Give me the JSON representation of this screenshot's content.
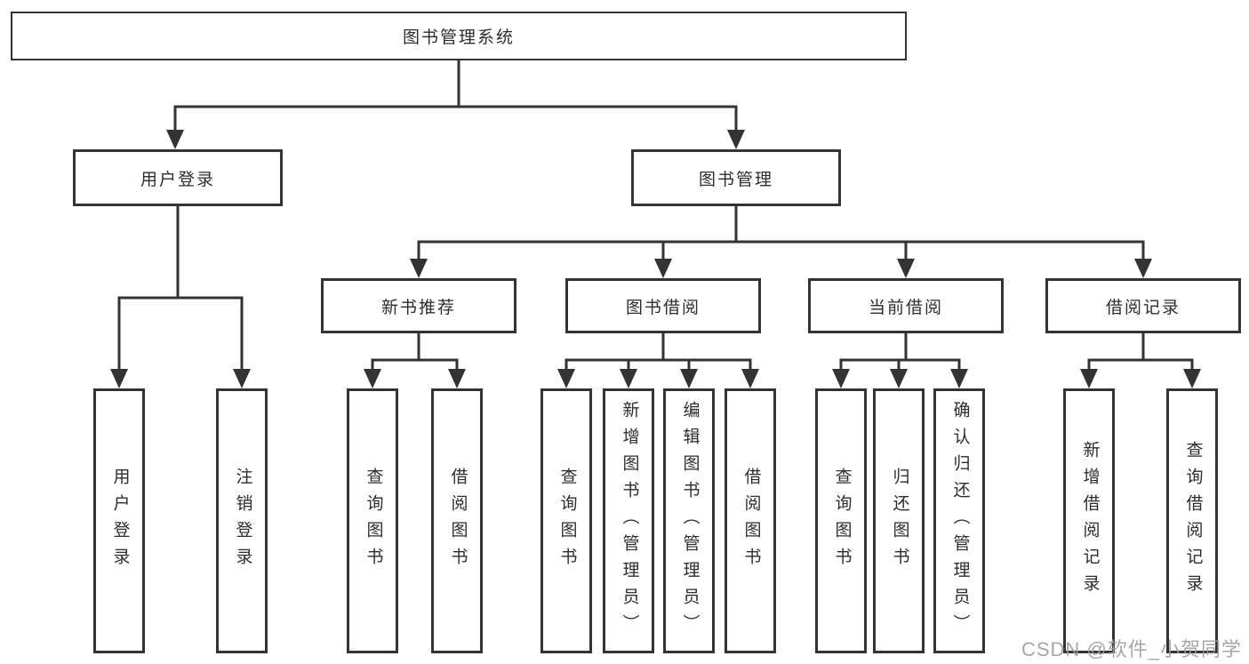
{
  "diagram_title": "图书管理系统",
  "nodes": {
    "root": "图书管理系统",
    "level2": {
      "user_login": "用户登录",
      "book_management": "图书管理"
    },
    "level3": {
      "new_book_recommend": "新书推荐",
      "book_borrowing": "图书借阅",
      "current_borrowing": "当前借阅",
      "borrowing_records": "借阅记录"
    },
    "leaves": {
      "user_login": "用户登录",
      "logout": "注销登录",
      "recommend_query_books": "查询图书",
      "recommend_borrow_books": "借阅图书",
      "borrowing_query_books": "查询图书",
      "borrowing_add_books": "新增图书（管理员）",
      "borrowing_edit_books": "编辑图书（管理员）",
      "borrowing_borrow_books": "借阅图书",
      "current_query_books": "查询图书",
      "current_return_books": "归还图书",
      "current_confirm_return": "确认归还（管理员）",
      "records_add_record": "新增借阅记录",
      "records_query_record": "查询借阅记录"
    }
  },
  "hierarchy": [
    {
      "parent": "图书管理系统",
      "children": [
        "用户登录",
        "图书管理"
      ]
    },
    {
      "parent": "用户登录",
      "children": [
        "用户登录",
        "注销登录"
      ]
    },
    {
      "parent": "图书管理",
      "children": [
        "新书推荐",
        "图书借阅",
        "当前借阅",
        "借阅记录"
      ]
    },
    {
      "parent": "新书推荐",
      "children": [
        "查询图书",
        "借阅图书"
      ]
    },
    {
      "parent": "图书借阅",
      "children": [
        "查询图书",
        "新增图书（管理员）",
        "编辑图书（管理员）",
        "借阅图书"
      ]
    },
    {
      "parent": "当前借阅",
      "children": [
        "查询图书",
        "归还图书",
        "确认归还（管理员）"
      ]
    },
    {
      "parent": "借阅记录",
      "children": [
        "新增借阅记录",
        "查询借阅记录"
      ]
    }
  ],
  "watermark": "CSDN @软件_小贺同学",
  "colors": {
    "line": "#333333",
    "text": "#2d2d2d",
    "background": "#ffffff",
    "watermark": "#9e9e9e"
  }
}
